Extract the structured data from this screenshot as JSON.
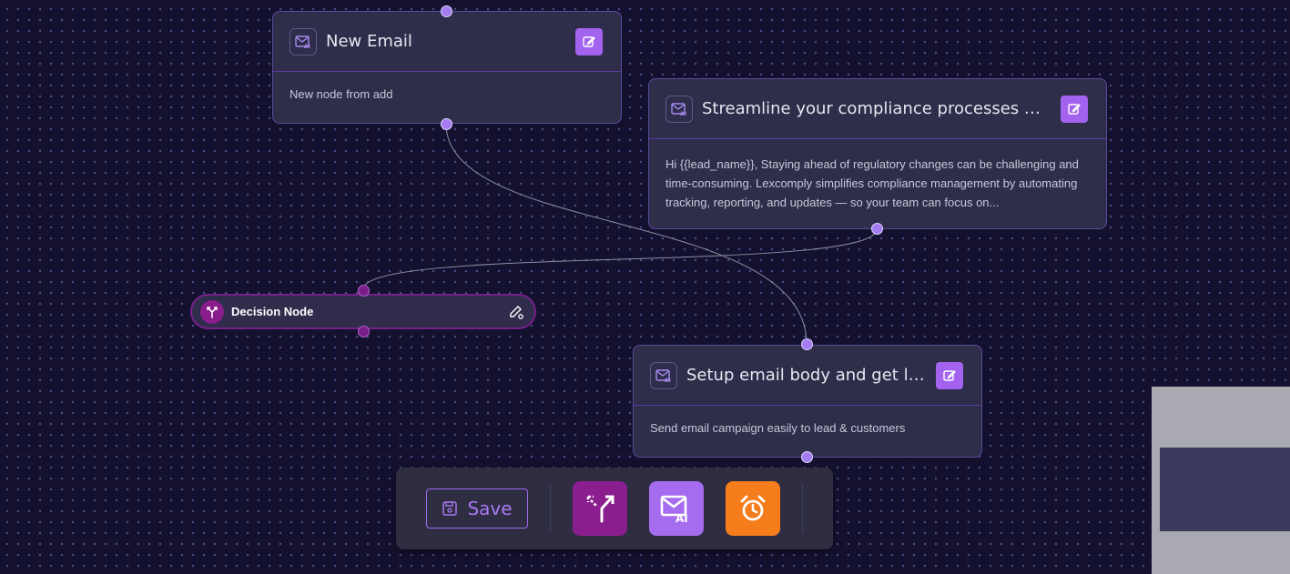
{
  "nodes": {
    "new_email": {
      "title": "New Email",
      "body": "New node from add"
    },
    "compliance": {
      "title": "Streamline your compliance processes with...",
      "body": "Hi {{lead_name}}, Staying ahead of regulatory changes can be challenging and time-consuming. Lexcomply simplifies compliance management by automating tracking, reporting, and updates — so your team can focus on..."
    },
    "decision": {
      "title": "Decision Node"
    },
    "setup": {
      "title": "Setup email body and get leads",
      "body": "Send email campaign easily to lead & customers"
    }
  },
  "toolbar": {
    "save_label": "Save",
    "tools": [
      {
        "icon": "decision-split-icon",
        "color": "#8b1e8f"
      },
      {
        "icon": "ai-email-icon",
        "color": "#a66cf0"
      },
      {
        "icon": "alarm-clock-icon",
        "color": "#f67d1c"
      }
    ]
  },
  "colors": {
    "canvas": "#14112e",
    "accent": "#a463ef",
    "decision": "#7a1f8a"
  }
}
